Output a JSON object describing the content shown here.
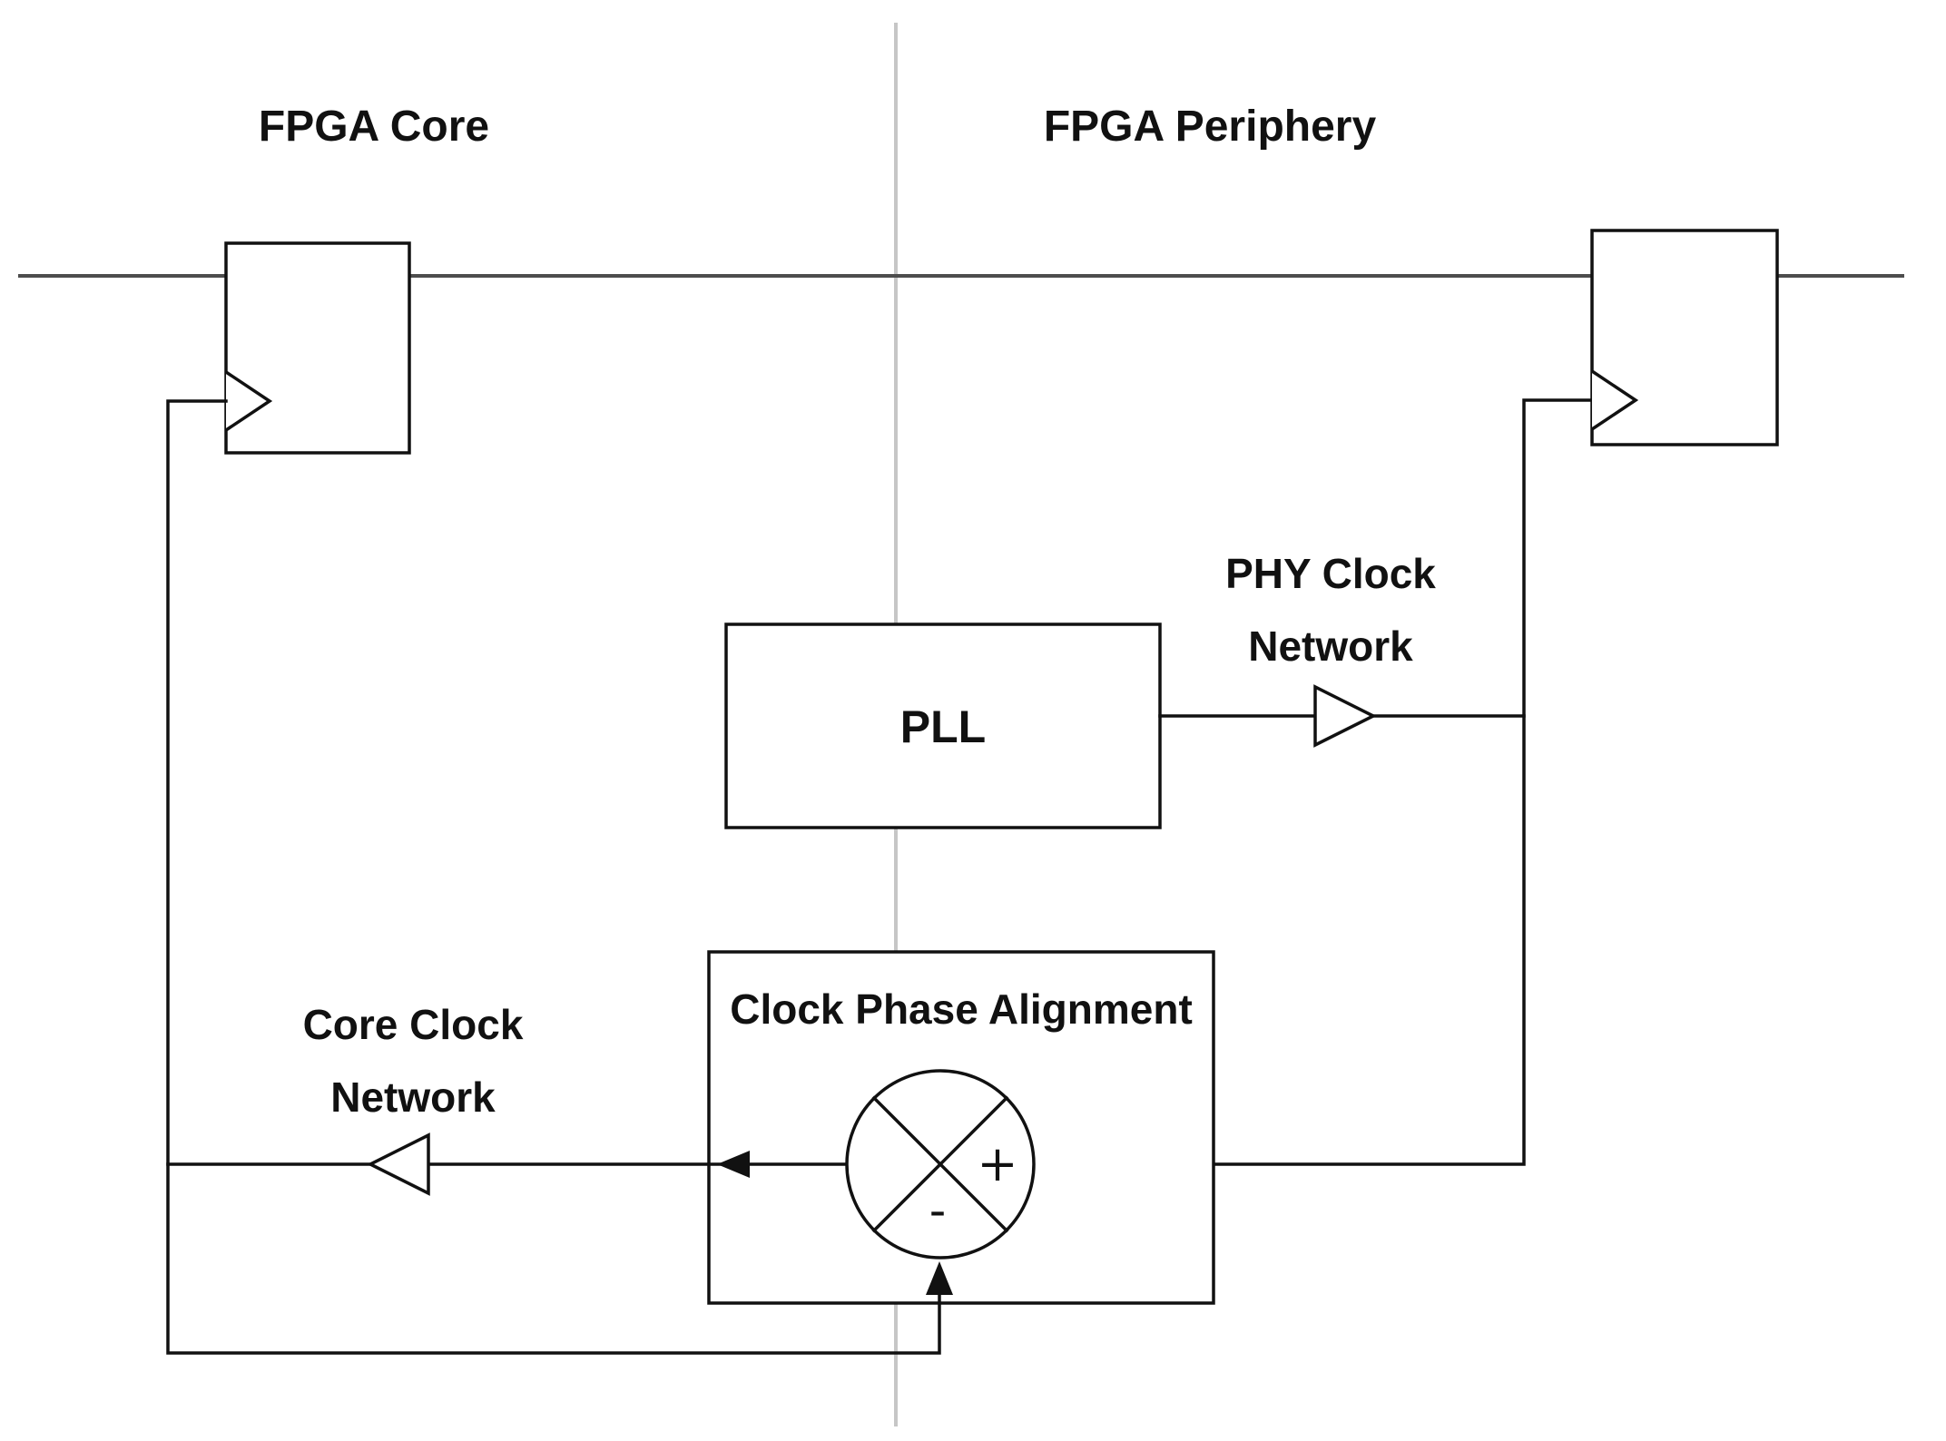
{
  "diagram": {
    "regions": {
      "left_title": "FPGA Core",
      "right_title": "FPGA Periphery"
    },
    "blocks": {
      "pll": "PLL",
      "clock_phase_alignment": "Clock Phase Alignment"
    },
    "labels": {
      "phy_clock_line1": "PHY Clock",
      "phy_clock_line2": "Network",
      "core_clock_line1": "Core Clock",
      "core_clock_line2": "Network",
      "plus": "+",
      "minus": "-"
    },
    "colors": {
      "wire": "#111111",
      "top_wire": "#4d4d4d",
      "divider": "#c6c6c6",
      "background": "#ffffff",
      "text": "#111111"
    }
  }
}
